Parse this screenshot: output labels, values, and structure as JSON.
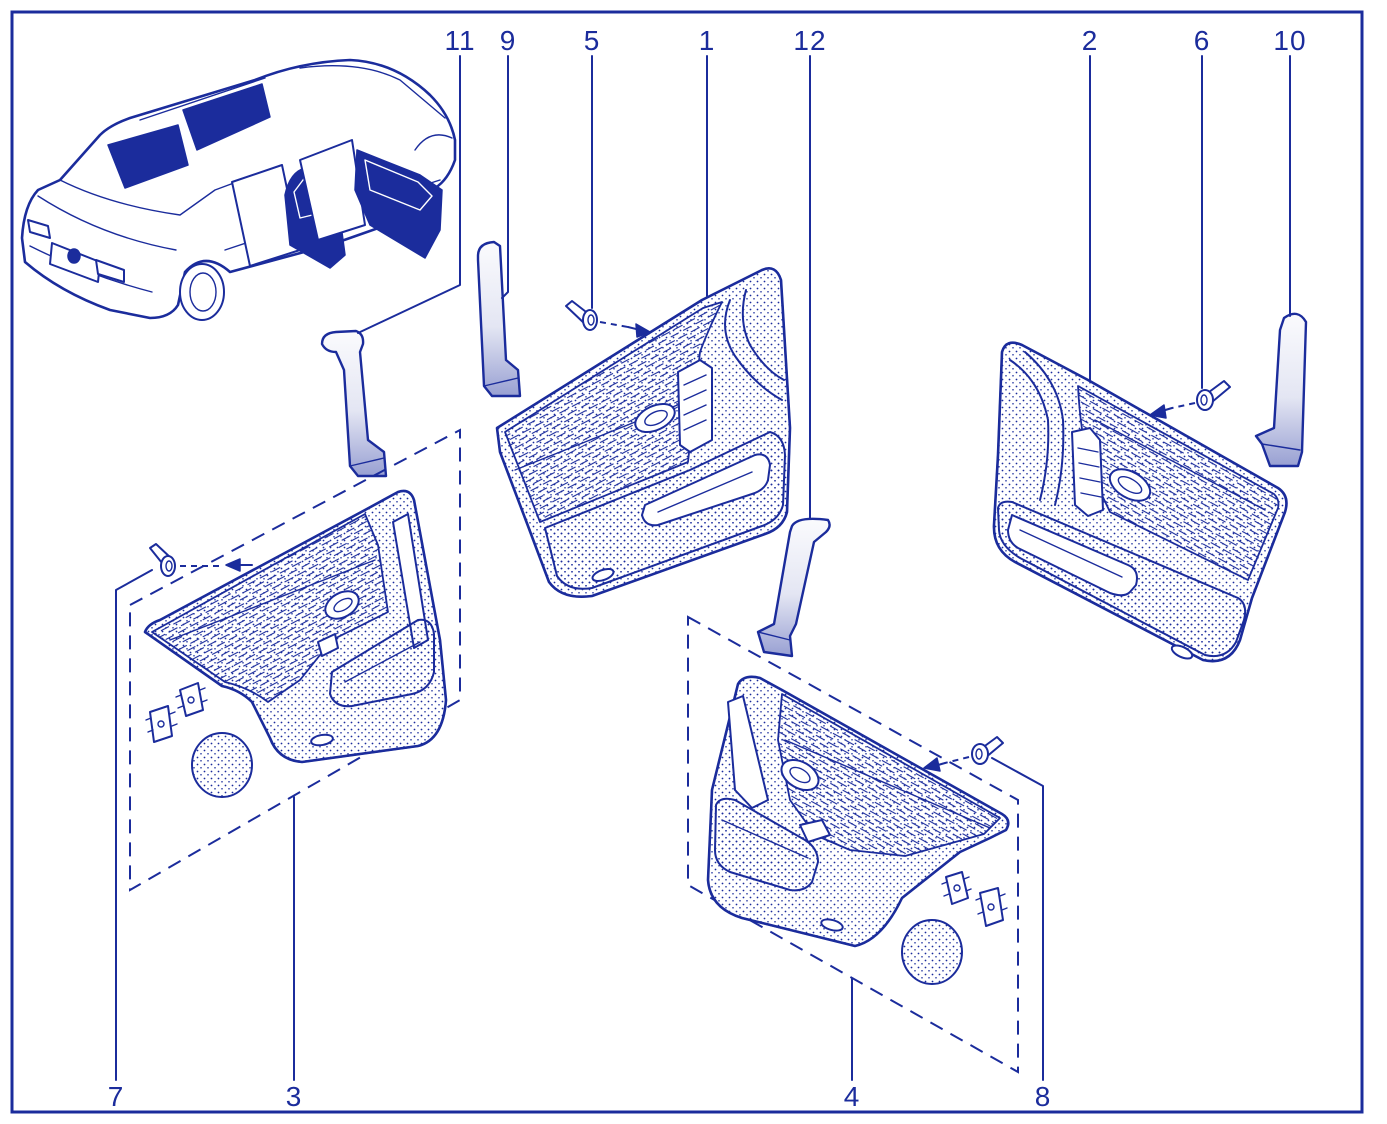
{
  "diagram": {
    "callouts_top": [
      "11",
      "9",
      "5",
      "1",
      "12",
      "2",
      "6",
      "10"
    ],
    "callouts_bottom": [
      "7",
      "3",
      "4",
      "8"
    ]
  },
  "colors": {
    "ink": "#1b2c9c",
    "paper": "#ffffff"
  }
}
